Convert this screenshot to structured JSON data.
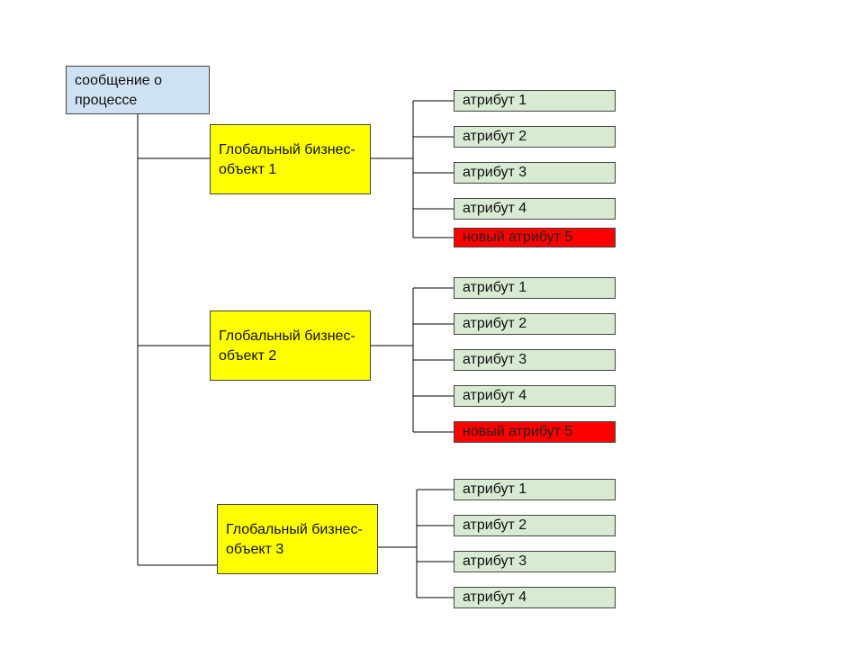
{
  "root": {
    "label": "сообщение о процессе"
  },
  "objects": [
    {
      "label": "Глобальный бизнес-объект 1",
      "attributes": [
        {
          "label": "атрибут 1",
          "new": false
        },
        {
          "label": "атрибут 2",
          "new": false
        },
        {
          "label": "атрибут 3",
          "new": false
        },
        {
          "label": "атрибут 4",
          "new": false
        },
        {
          "label": "новый атрибут 5",
          "new": true
        }
      ]
    },
    {
      "label": "Глобальный бизнес-объект 2",
      "attributes": [
        {
          "label": "атрибут 1",
          "new": false
        },
        {
          "label": "атрибут 2",
          "new": false
        },
        {
          "label": "атрибут 3",
          "new": false
        },
        {
          "label": "атрибут 4",
          "new": false
        },
        {
          "label": "новый атрибут 5",
          "new": true
        }
      ]
    },
    {
      "label": "Глобальный бизнес-объект 3",
      "attributes": [
        {
          "label": "атрибут 1",
          "new": false
        },
        {
          "label": "атрибут 2",
          "new": false
        },
        {
          "label": "атрибут 3",
          "new": false
        },
        {
          "label": "атрибут 4",
          "new": false
        }
      ]
    }
  ],
  "colors": {
    "root_fill": "#cfe2f3",
    "object_fill": "#ffff00",
    "attribute_fill": "#d9ead3",
    "new_attribute_fill": "#ff0000"
  }
}
